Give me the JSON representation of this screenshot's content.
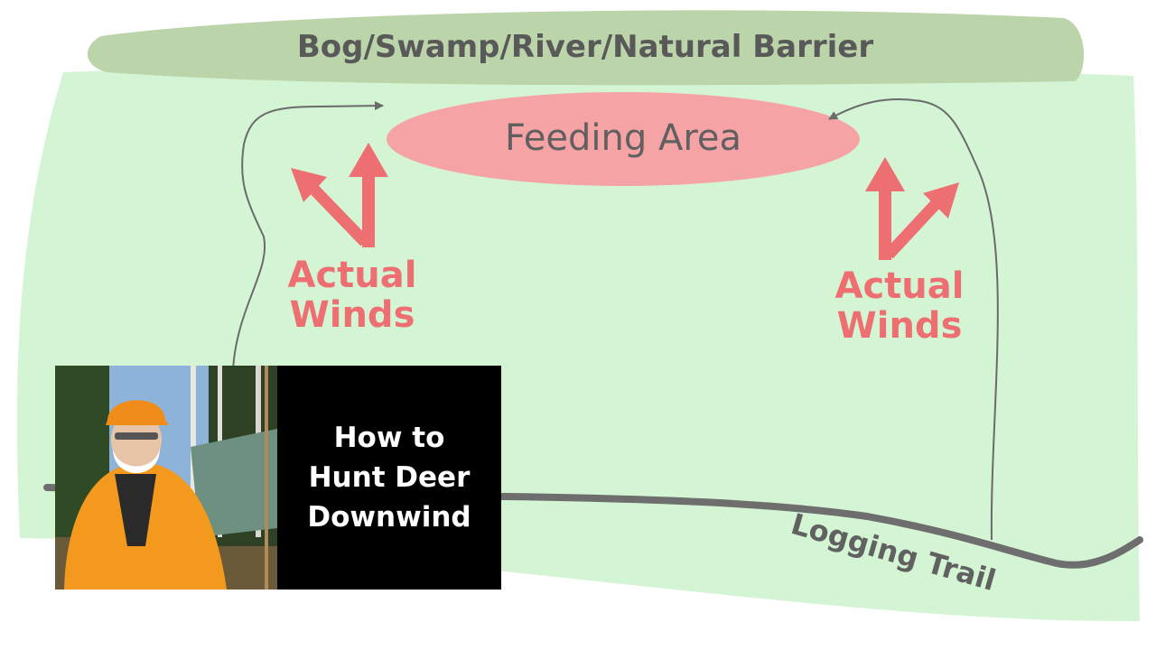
{
  "labels": {
    "barrier": "Bog/Swamp/River/Natural Barrier",
    "feeding": "Feeding Area",
    "wind_left_1": "Actual",
    "wind_left_2": "Winds",
    "wind_right_1": "Actual",
    "wind_right_2": "Winds",
    "trail": "Logging Trail"
  },
  "thumbnail": {
    "title_lines": [
      "How to",
      "Hunt Deer",
      "Downwind"
    ]
  },
  "colors": {
    "field": "#d4f5d4",
    "barrier": "#bcd4a9",
    "feeding": "#f6a3a6",
    "wind_arrow": "#ee6f72",
    "path": "#6b6b6b",
    "trail": "#6e6e6e",
    "hunter_jacket": "#f39a1e"
  }
}
